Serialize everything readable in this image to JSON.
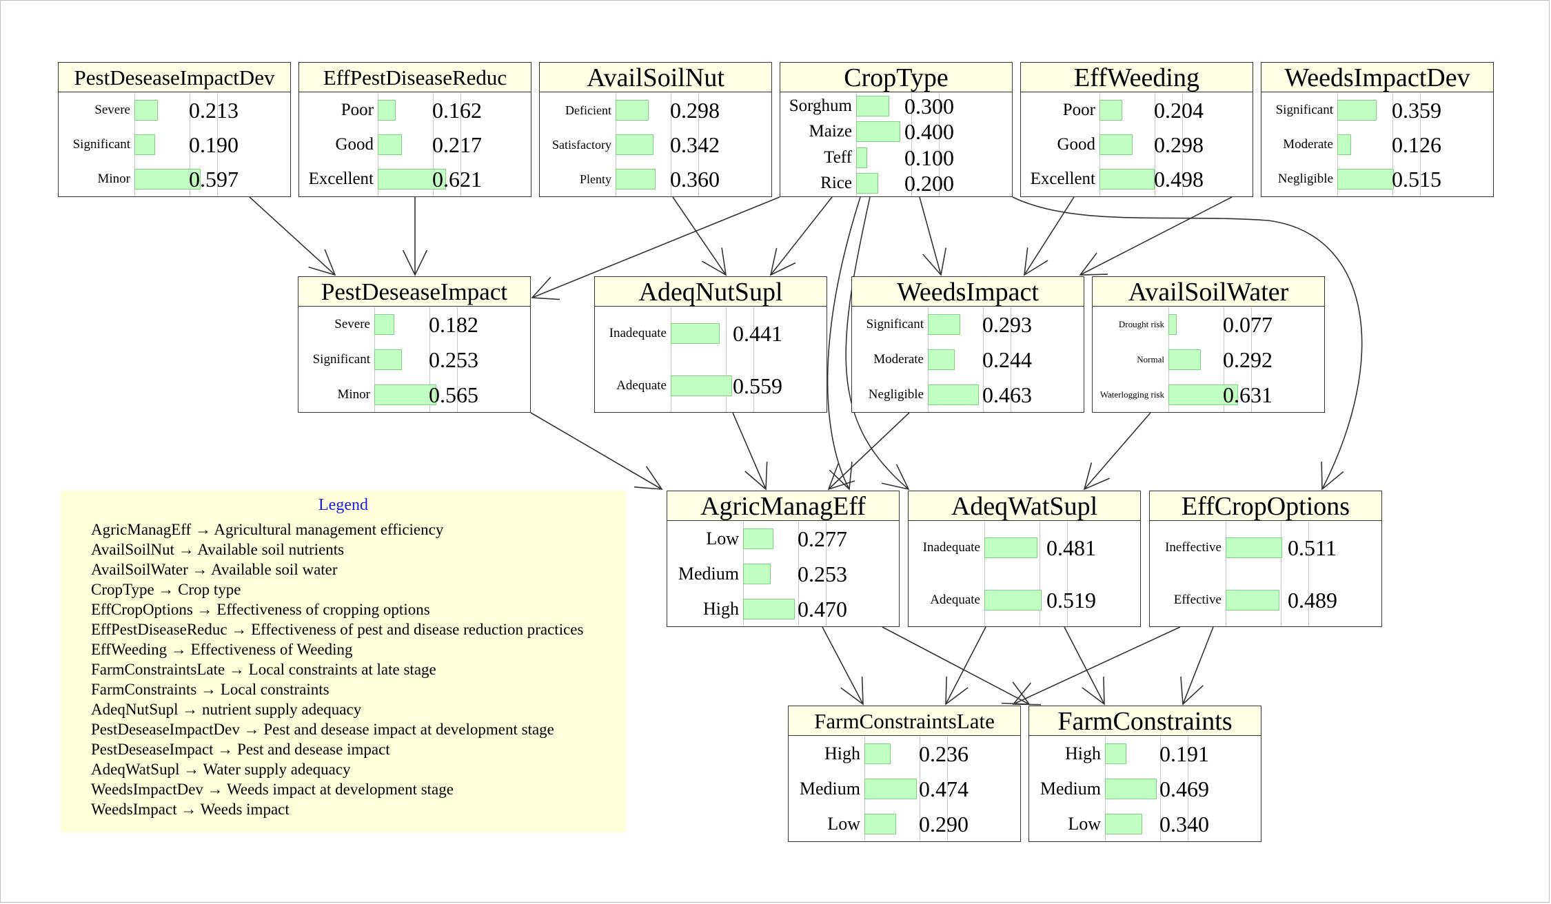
{
  "nodes": [
    {
      "id": "PestDeseaseImpactDev",
      "title": "PestDeseaseImpactDev",
      "states": [
        {
          "label": "Severe",
          "prob": 0.213,
          "value": "0.213"
        },
        {
          "label": "Significant",
          "prob": 0.19,
          "value": "0.190"
        },
        {
          "label": "Minor",
          "prob": 0.597,
          "value": "0.597"
        }
      ]
    },
    {
      "id": "EffPestDiseaseReduc",
      "title": "EffPestDiseaseReduc",
      "states": [
        {
          "label": "Poor",
          "prob": 0.162,
          "value": "0.162"
        },
        {
          "label": "Good",
          "prob": 0.217,
          "value": "0.217"
        },
        {
          "label": "Excellent",
          "prob": 0.621,
          "value": "0.621"
        }
      ]
    },
    {
      "id": "AvailSoilNut",
      "title": "AvailSoilNut",
      "states": [
        {
          "label": "Deficient",
          "prob": 0.298,
          "value": "0.298"
        },
        {
          "label": "Satisfactory",
          "prob": 0.342,
          "value": "0.342"
        },
        {
          "label": "Plenty",
          "prob": 0.36,
          "value": "0.360"
        }
      ]
    },
    {
      "id": "CropType",
      "title": "CropType",
      "states": [
        {
          "label": "Sorghum",
          "prob": 0.3,
          "value": "0.300"
        },
        {
          "label": "Maize",
          "prob": 0.4,
          "value": "0.400"
        },
        {
          "label": "Teff",
          "prob": 0.1,
          "value": "0.100"
        },
        {
          "label": "Rice",
          "prob": 0.2,
          "value": "0.200"
        }
      ]
    },
    {
      "id": "EffWeeding",
      "title": "EffWeeding",
      "states": [
        {
          "label": "Poor",
          "prob": 0.204,
          "value": "0.204"
        },
        {
          "label": "Good",
          "prob": 0.298,
          "value": "0.298"
        },
        {
          "label": "Excellent",
          "prob": 0.498,
          "value": "0.498"
        }
      ]
    },
    {
      "id": "WeedsImpactDev",
      "title": "WeedsImpactDev",
      "states": [
        {
          "label": "Significant",
          "prob": 0.359,
          "value": "0.359"
        },
        {
          "label": "Moderate",
          "prob": 0.126,
          "value": "0.126"
        },
        {
          "label": "Negligible",
          "prob": 0.515,
          "value": "0.515"
        }
      ]
    },
    {
      "id": "PestDeseaseImpact",
      "title": "PestDeseaseImpact",
      "states": [
        {
          "label": "Severe",
          "prob": 0.182,
          "value": "0.182"
        },
        {
          "label": "Significant",
          "prob": 0.253,
          "value": "0.253"
        },
        {
          "label": "Minor",
          "prob": 0.565,
          "value": "0.565"
        }
      ]
    },
    {
      "id": "AdeqNutSupl",
      "title": "AdeqNutSupl",
      "states": [
        {
          "label": "Inadequate",
          "prob": 0.441,
          "value": "0.441"
        },
        {
          "label": "Adequate",
          "prob": 0.559,
          "value": "0.559"
        }
      ]
    },
    {
      "id": "WeedsImpact",
      "title": "WeedsImpact",
      "states": [
        {
          "label": "Significant",
          "prob": 0.293,
          "value": "0.293"
        },
        {
          "label": "Moderate",
          "prob": 0.244,
          "value": "0.244"
        },
        {
          "label": "Negligible",
          "prob": 0.463,
          "value": "0.463"
        }
      ]
    },
    {
      "id": "AvailSoilWater",
      "title": "AvailSoilWater",
      "states": [
        {
          "label": "Drought risk",
          "prob": 0.077,
          "value": "0.077"
        },
        {
          "label": "Normal",
          "prob": 0.292,
          "value": "0.292"
        },
        {
          "label": "Waterlogging risk",
          "prob": 0.631,
          "value": "0.631"
        }
      ]
    },
    {
      "id": "AgricManagEff",
      "title": "AgricManagEff",
      "states": [
        {
          "label": "Low",
          "prob": 0.277,
          "value": "0.277"
        },
        {
          "label": "Medium",
          "prob": 0.253,
          "value": "0.253"
        },
        {
          "label": "High",
          "prob": 0.47,
          "value": "0.470"
        }
      ]
    },
    {
      "id": "AdeqWatSupl",
      "title": "AdeqWatSupl",
      "states": [
        {
          "label": "Inadequate",
          "prob": 0.481,
          "value": "0.481"
        },
        {
          "label": "Adequate",
          "prob": 0.519,
          "value": "0.519"
        }
      ]
    },
    {
      "id": "EffCropOptions",
      "title": "EffCropOptions",
      "states": [
        {
          "label": "Ineffective",
          "prob": 0.511,
          "value": "0.511"
        },
        {
          "label": "Effective",
          "prob": 0.489,
          "value": "0.489"
        }
      ]
    },
    {
      "id": "FarmConstraintsLate",
      "title": "FarmConstraintsLate",
      "states": [
        {
          "label": "High",
          "prob": 0.236,
          "value": "0.236"
        },
        {
          "label": "Medium",
          "prob": 0.474,
          "value": "0.474"
        },
        {
          "label": "Low",
          "prob": 0.29,
          "value": "0.290"
        }
      ]
    },
    {
      "id": "FarmConstraints",
      "title": "FarmConstraints",
      "states": [
        {
          "label": "High",
          "prob": 0.191,
          "value": "0.191"
        },
        {
          "label": "Medium",
          "prob": 0.469,
          "value": "0.469"
        },
        {
          "label": "Low",
          "prob": 0.34,
          "value": "0.340"
        }
      ]
    }
  ],
  "edges": [
    [
      "PestDeseaseImpactDev",
      "PestDeseaseImpact"
    ],
    [
      "EffPestDiseaseReduc",
      "PestDeseaseImpact"
    ],
    [
      "CropType",
      "PestDeseaseImpact"
    ],
    [
      "AvailSoilNut",
      "AdeqNutSupl"
    ],
    [
      "CropType",
      "AdeqNutSupl"
    ],
    [
      "CropType",
      "WeedsImpact"
    ],
    [
      "EffWeeding",
      "WeedsImpact"
    ],
    [
      "WeedsImpactDev",
      "AvailSoilWater"
    ],
    [
      "CropType",
      "AdeqWatSupl"
    ],
    [
      "CropType",
      "AgricManagEff"
    ],
    [
      "CropType",
      "EffCropOptions"
    ],
    [
      "PestDeseaseImpact",
      "AgricManagEff"
    ],
    [
      "AdeqNutSupl",
      "AgricManagEff"
    ],
    [
      "WeedsImpact",
      "AgricManagEff"
    ],
    [
      "AvailSoilWater",
      "AdeqWatSupl"
    ],
    [
      "AgricManagEff",
      "FarmConstraintsLate"
    ],
    [
      "AgricManagEff",
      "FarmConstraints"
    ],
    [
      "AdeqWatSupl",
      "FarmConstraintsLate"
    ],
    [
      "AdeqWatSupl",
      "FarmConstraints"
    ],
    [
      "EffCropOptions",
      "FarmConstraintsLate"
    ],
    [
      "EffCropOptions",
      "FarmConstraints"
    ]
  ],
  "legend": {
    "title": "Legend",
    "lines": [
      "AgricManagEff → Agricultural management efficiency",
      "AvailSoilNut → Available soil nutrients",
      "AvailSoilWater → Available soil water",
      "CropType → Crop type",
      "EffCropOptions → Effectiveness of cropping options",
      "EffPestDiseaseReduc → Effectiveness of pest and disease reduction practices",
      "EffWeeding → Effectiveness of Weeding",
      "FarmConstraintsLate → Local constraints at late stage",
      "FarmConstraints → Local constraints",
      "AdeqNutSupl → nutrient supply adequacy",
      "PestDeseaseImpactDev → Pest and desease impact at development stage",
      "PestDeseaseImpact → Pest and desease impact",
      "AdeqWatSupl → Water supply adequacy",
      "WeedsImpactDev → Weeds impact at development stage",
      "WeedsImpact → Weeds impact"
    ]
  },
  "colors": {
    "title_bg": "#ffffe6",
    "bar": "#c2ffc2",
    "bar_border": "#7fd07f",
    "legend_bg": "#ffffdc",
    "legend_title": "#1a1ae6",
    "edge": "#333333"
  }
}
